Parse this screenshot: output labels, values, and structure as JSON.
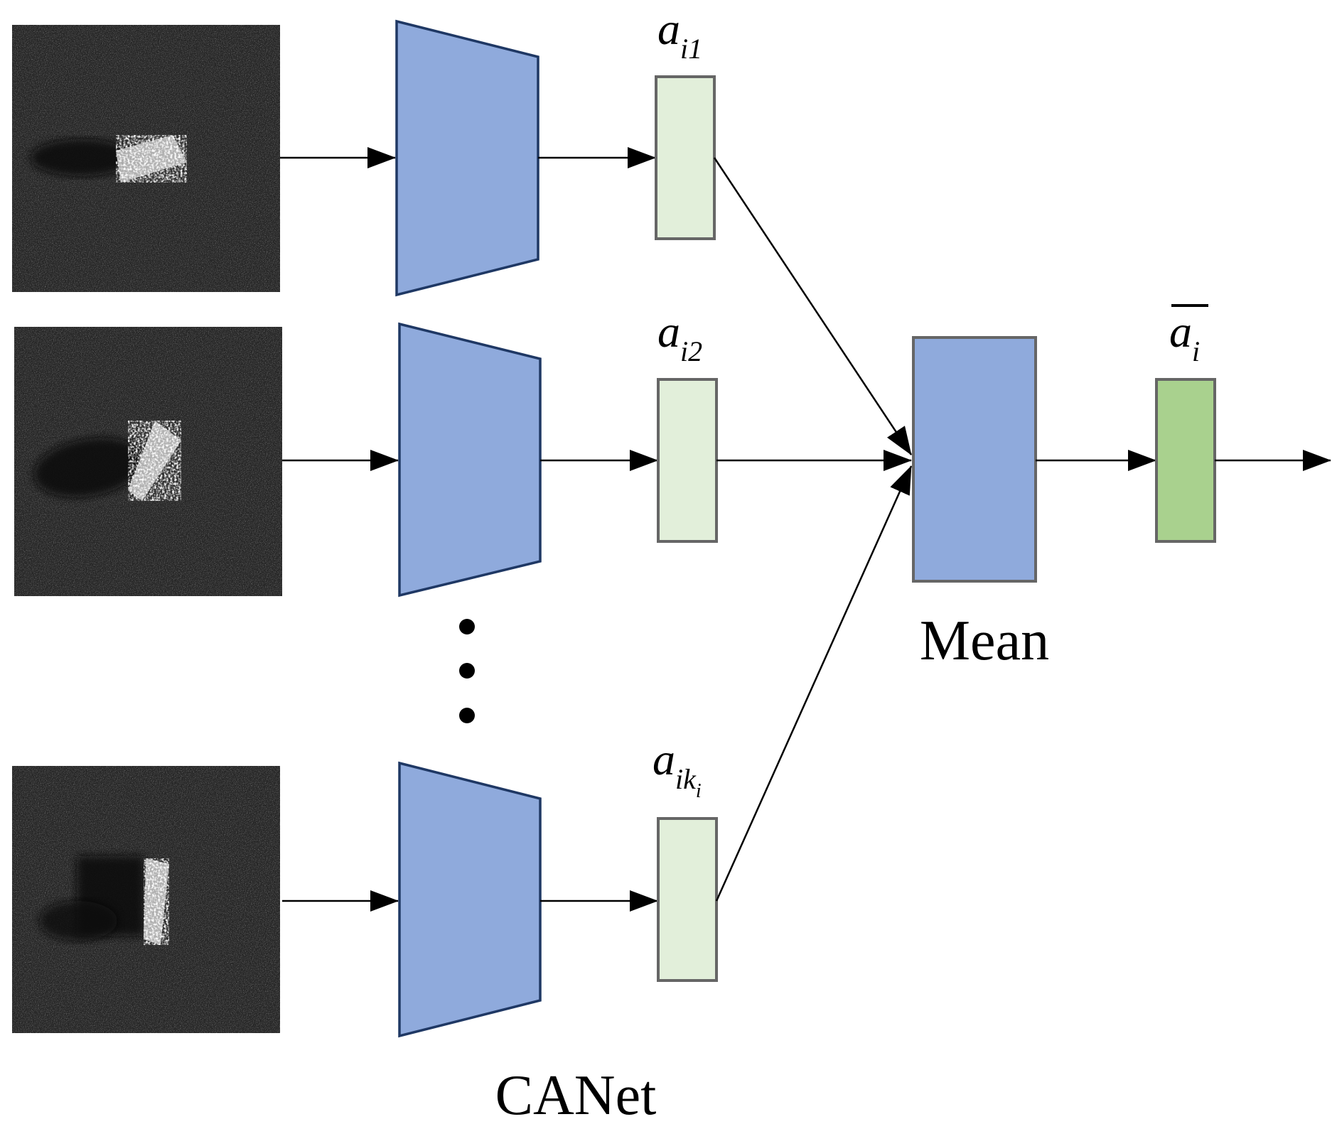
{
  "colors": {
    "encoder_fill": "#8faadc",
    "encoder_stroke": "#1f3864",
    "feature_fill": "#e2efda",
    "output_fill": "#a9d18e",
    "box_stroke": "#666666",
    "arrow": "#000000",
    "sar_background": "#262626"
  },
  "inputs": [
    {
      "name": "sar-image-1",
      "content": "SAR image chip of target (view 1)"
    },
    {
      "name": "sar-image-2",
      "content": "SAR image chip of target (view 2)"
    },
    {
      "name": "sar-image-k",
      "content": "SAR image chip of target (view k)"
    }
  ],
  "labels": {
    "feat1_base": "a",
    "feat1_sub": "i1",
    "feat2_base": "a",
    "feat2_sub": "i2",
    "featk_base": "a",
    "featk_sub": "ik",
    "featk_subsub": "i",
    "out_base": "a",
    "out_sub": "i",
    "encoder": "CANet",
    "aggregator": "Mean"
  },
  "icons": [
    "ellipsis-vertical-icon",
    "arrowhead-icon"
  ]
}
